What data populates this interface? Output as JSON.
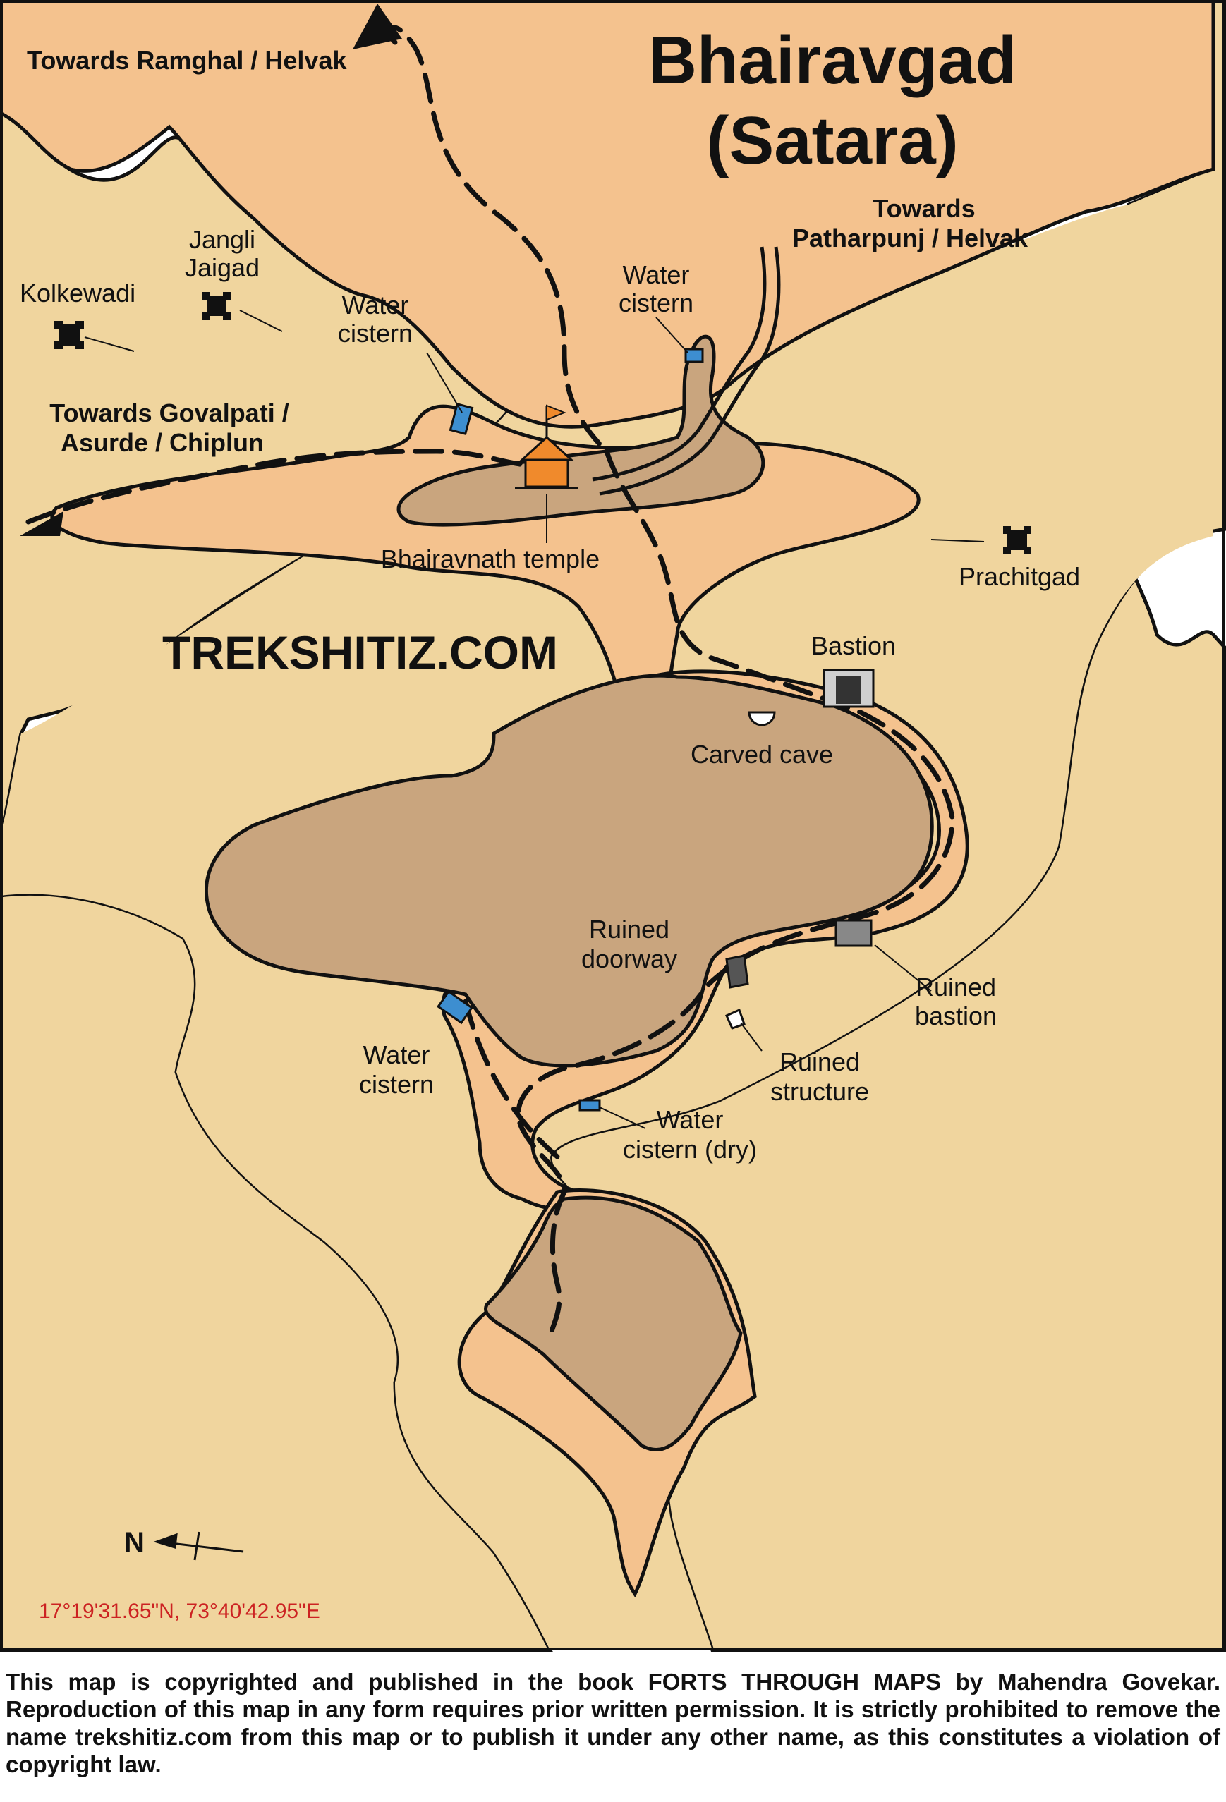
{
  "title": {
    "line1": "Bhairavgad",
    "line2": "(Satara)"
  },
  "watermark": "TREKSHITIZ.COM",
  "directions": {
    "ramghal": "Towards Ramghal / Helvak",
    "patharpunj_1": "Towards",
    "patharpunj_2": "Patharpunj / Helvak",
    "govalpati_1": "Towards Govalpati /",
    "govalpati_2": "Asurde / Chiplun"
  },
  "places": {
    "kolkewadi": "Kolkewadi",
    "jangli_1": "Jangli",
    "jangli_2": "Jaigad",
    "prachitgad": "Prachitgad"
  },
  "features": {
    "water_cistern_nw_1": "Water",
    "water_cistern_nw_2": "cistern",
    "water_cistern_n_1": "Water",
    "water_cistern_n_2": "cistern",
    "temple": "Bhairavnath temple",
    "bastion": "Bastion",
    "carved_cave": "Carved cave",
    "ruined_doorway_1": "Ruined",
    "ruined_doorway_2": "doorway",
    "ruined_bastion_1": "Ruined",
    "ruined_bastion_2": "bastion",
    "ruined_structure_1": "Ruined",
    "ruined_structure_2": "structure",
    "water_cistern_s_1": "Water",
    "water_cistern_s_2": "cistern",
    "water_cistern_dry_1": "Water",
    "water_cistern_dry_2": "cistern (dry)"
  },
  "compass": "N",
  "coordinates": "17°19'31.65\"N, 73°40'42.95\"E",
  "copyright": "This map is copyrighted and published in the book FORTS THROUGH MAPS by Mahendra Govekar. Reproduction of this map in any form requires prior written permission. It is strictly prohibited to remove the name trekshitiz.com from this map or to publish it under any other name, as this constitutes a violation of copyright law.",
  "colors": {
    "plateau": "#f0d59e",
    "slope": "#f4c28e",
    "fort_top": "#c9a57e",
    "temple": "#f08a2c",
    "cistern": "#3d8ed0",
    "coordinates": "#cc2222"
  }
}
